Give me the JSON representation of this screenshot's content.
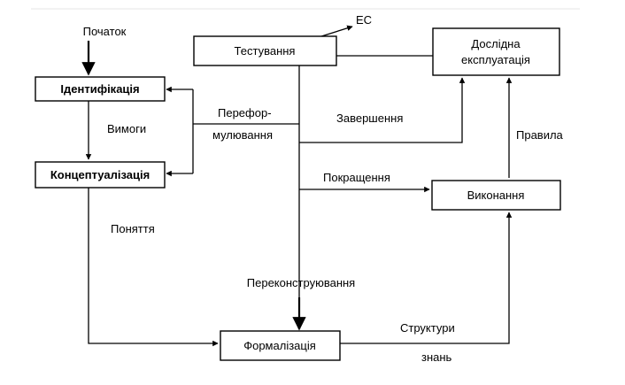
{
  "header": {
    "top_rule_color": "#e6e6e6"
  },
  "nodes": {
    "start": "Початок",
    "identification": "Ідентифікація",
    "conceptualization": "Концептуалізація",
    "testing": "Тестування",
    "es": "ЕС",
    "experimental_operation": [
      "Дослідна",
      "експлуатація"
    ],
    "execution": "Виконання",
    "formalization": "Формалізація"
  },
  "edge_labels": {
    "requirements": "Вимоги",
    "concepts": "Поняття",
    "reformulation": [
      "Перефор-",
      "мулювання"
    ],
    "completion": "Завершення",
    "improvement": "Покращення",
    "rules": "Правила",
    "reconstruction": "Переконструювання",
    "knowledge_structures": [
      "Структури",
      "знань"
    ]
  }
}
